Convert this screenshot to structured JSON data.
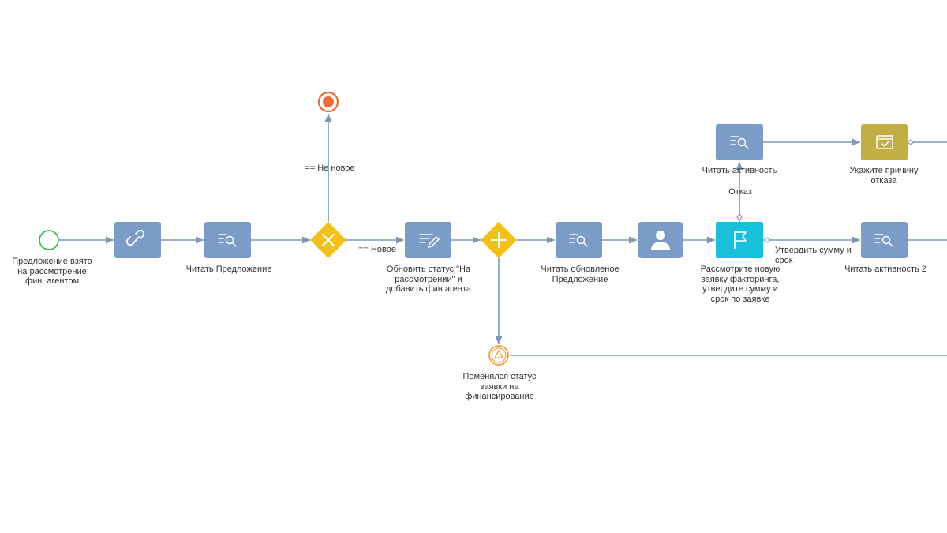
{
  "nodes": {
    "start": {
      "label": "Предложение взято\nна рассмотрение\nфин. агентом"
    },
    "task_link": {
      "label": "",
      "icon": "link-icon"
    },
    "task_read_offer": {
      "label": "Читать Предложение",
      "icon": "read-data-icon"
    },
    "gateway_exclusive": {
      "label": "",
      "icon": "x-icon"
    },
    "end_event": {
      "label": ""
    },
    "task_update_status": {
      "label": "Обновить статус \"На\nрассмотрении\" и\nдобавить фин.агента",
      "icon": "edit-data-icon"
    },
    "gateway_parallel": {
      "label": "",
      "icon": "plus-icon"
    },
    "task_read_updated": {
      "label": "Читать обновленое\nПредложение",
      "icon": "read-data-icon"
    },
    "task_user": {
      "label": "",
      "icon": "user-icon"
    },
    "task_review": {
      "label": "Рассмотрите новую\nзаявку факторинга,\nутвердите сумму и\nсрок по заявке",
      "icon": "flag-icon"
    },
    "task_read_activity": {
      "label": "Читать активность",
      "icon": "read-data-icon"
    },
    "task_reason": {
      "label": "Укажите причину\nотказа",
      "icon": "checklist-icon"
    },
    "task_read_activity_2": {
      "label": "Читать активность 2",
      "icon": "read-data-icon"
    },
    "signal_event": {
      "label": "Поменялся статус\nзаявки на\nфинансирование",
      "icon": "signal-icon"
    }
  },
  "flows": {
    "not_new": "== Не новое",
    "new": "== Новое",
    "refusal": "Отказ",
    "approve": "Утвердить сумму и\nсрок"
  },
  "colors": {
    "task": "#7b9cc6",
    "gateway": "#f2c01a",
    "manual_task": "#c2ae43",
    "flag_task": "#18c0dc",
    "start": "#3cba4b",
    "end": "#ee6a3a",
    "signal": "#f2a23a",
    "flow": "#7f97b3"
  }
}
